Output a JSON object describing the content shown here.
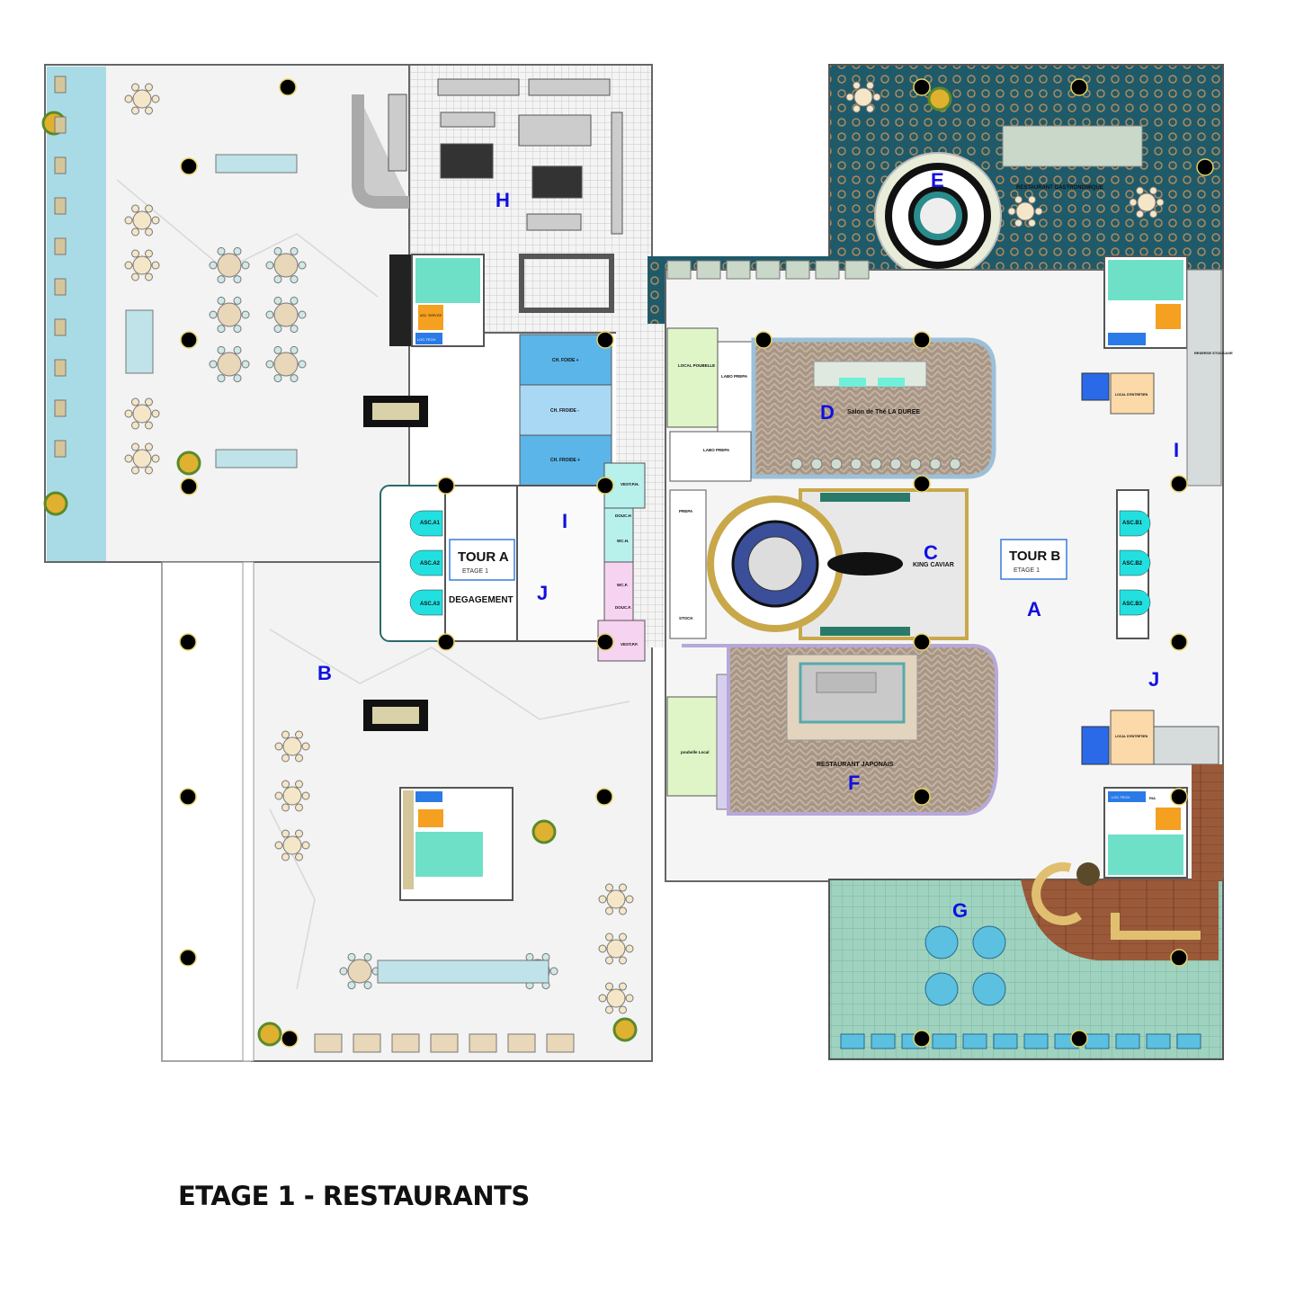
{
  "title": "ETAGE 1 - RESTAURANTS",
  "zones": {
    "A": "A",
    "B": "B",
    "C": "C",
    "D": "D",
    "E": "E",
    "F": "F",
    "G": "G",
    "H": "H",
    "I_left": "I",
    "J_left": "J",
    "I_right": "I",
    "J_right": "J"
  },
  "tour_a": {
    "name": "TOUR A",
    "floor": "ETAGE 1",
    "lift1": "ASC.A1",
    "lift2": "ASC.A2",
    "lift3": "ASC.A3",
    "hall": "DEGAGEMENT"
  },
  "tour_b": {
    "name": "TOUR B",
    "floor": "ETAGE 1",
    "lift1": "ASC.B1",
    "lift2": "ASC.B2",
    "lift3": "ASC.B3"
  },
  "cold_rooms": [
    "CH. FOIDE +",
    "CH. FROIDE -",
    "CH. FROIDE +"
  ],
  "sanitary": {
    "vest_h": "VEST.P.H.",
    "douche_h": "DOUC.H",
    "wc_h": "WC.H.",
    "wc_f": "WC.F.",
    "douche_f": "DOUC.F.",
    "vest_f": "VEST.P.F."
  },
  "rooms": {
    "local_poubelle": "LOCAL POUBELLE",
    "labo_prepa_1": "LABO PREPA",
    "labo_prepa_2": "LABO PREPA",
    "salon": "Salon de Thé  LA DUREE",
    "prepa": "PREPA",
    "stock": "STOCK",
    "king_caviar": "KING CAVIAR",
    "japonais": "RESTAURANT JAPONAIS",
    "poubelle_local": "poubelle Local",
    "gastronomique": "RESTAURANT GASTRONOMIQUE",
    "reserve": "RESERVE STOCKAGE",
    "entretien_1": "LOCAL D'ENTRETIEN",
    "entretien_2": "LOCAL D'ENTRETIEN",
    "loc_tech": "LOC.TECH.",
    "asc_service": "ASC. SERVICE",
    "ria": "RIA"
  },
  "colors": {
    "zone_letter": "#1010e0",
    "pool": "#a9dbe6",
    "gastro": "#1e5a6a",
    "wood": "#a89584",
    "terrace_g": "#9fd3bf",
    "cold": "#5bb5e8",
    "lift": "#22e0e0"
  }
}
